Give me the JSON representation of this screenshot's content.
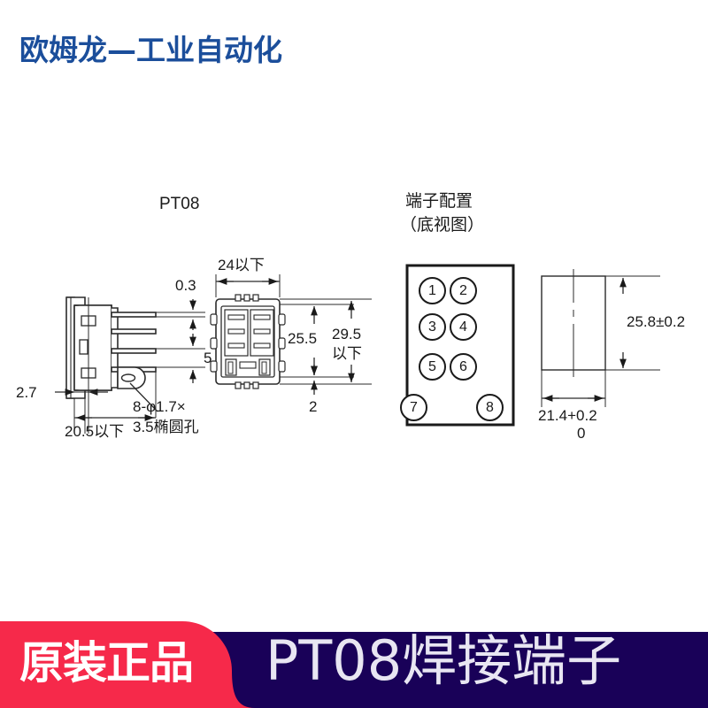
{
  "header": {
    "title": "欧姆龙—工业自动化",
    "color": "#1b4e9b"
  },
  "drawing": {
    "part_label": "PT08",
    "terminal_panel_title_line1": "端子配置",
    "terminal_panel_title_line2": "（底视图）",
    "side_view": {
      "dim_thickness": "0.3",
      "dim_pin_pitch": "5",
      "dim_flange": "2.7",
      "dim_depth": "20.5以下",
      "hole_note_line1": "8-φ1.7×",
      "hole_note_line2": "3.5椭圆孔"
    },
    "front_view": {
      "dim_width": "24以下",
      "dim_inner_height": "25.5",
      "dim_total_height_line1": "29.5",
      "dim_total_height_line2": "以下",
      "dim_base": "2"
    },
    "terminal_arrangement": {
      "numbers": [
        "1",
        "2",
        "3",
        "4",
        "5",
        "6",
        "7",
        "8"
      ]
    },
    "mounting_view": {
      "dim_height": "25.8±0.2",
      "dim_width_line1": "21.4+0.2",
      "dim_width_line2": "0"
    }
  },
  "banner": {
    "left_text": "原装正品",
    "right_text": "PT08焊接端子",
    "red": "#f6294a",
    "navy": "#190158",
    "right_text_color": "#e8e6f2"
  }
}
